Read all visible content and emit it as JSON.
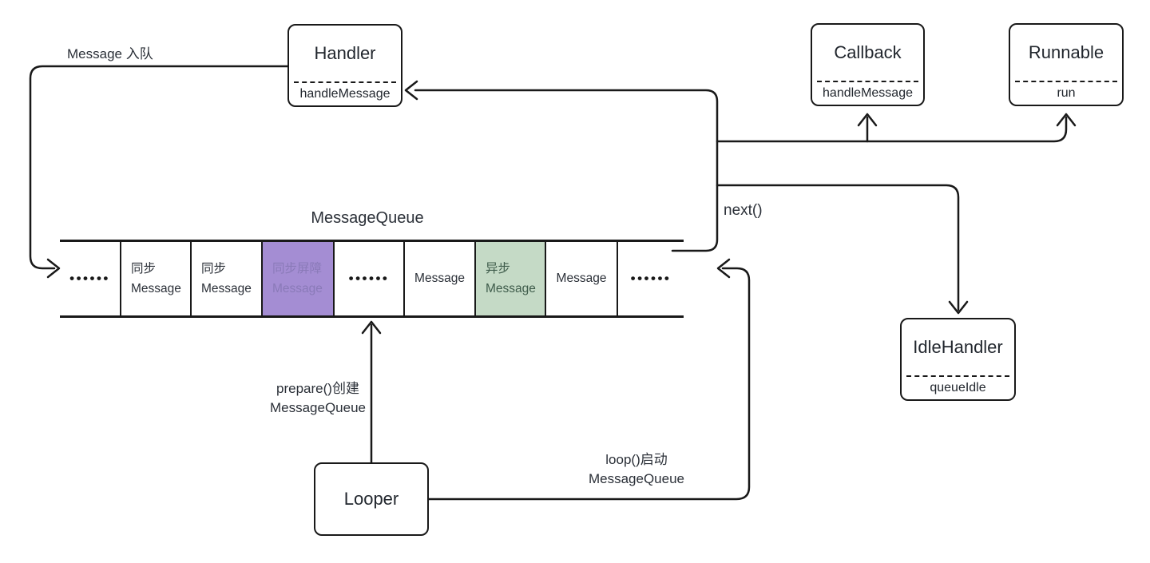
{
  "diagram": {
    "labels": {
      "message_enqueue": "Message 入队",
      "queue_title": "MessageQueue",
      "next_call": "next()",
      "prepare_line1": "prepare()创建",
      "prepare_line2": "MessageQueue",
      "loop_line1": "loop()启动",
      "loop_line2": "MessageQueue"
    },
    "boxes": {
      "handler": {
        "title": "Handler",
        "method": "handleMessage"
      },
      "callback": {
        "title": "Callback",
        "method": "handleMessage"
      },
      "runnable": {
        "title": "Runnable",
        "method": "run"
      },
      "idle_handler": {
        "title": "IdleHandler",
        "method": "queueIdle"
      },
      "looper": {
        "title": "Looper"
      }
    },
    "queue": {
      "cells": [
        {
          "type": "dots",
          "line1": "••••••",
          "line2": ""
        },
        {
          "type": "sync",
          "line1": "同步",
          "line2": "Message"
        },
        {
          "type": "sync",
          "line1": "同步",
          "line2": "Message"
        },
        {
          "type": "barrier",
          "line1": "同步屏障",
          "line2": "Message"
        },
        {
          "type": "dots",
          "line1": "••••••",
          "line2": ""
        },
        {
          "type": "plain",
          "line1": "Message",
          "line2": ""
        },
        {
          "type": "async",
          "line1": "异步",
          "line2": "Message"
        },
        {
          "type": "plain",
          "line1": "Message",
          "line2": ""
        },
        {
          "type": "dots",
          "line1": "••••••",
          "line2": ""
        }
      ]
    },
    "colors": {
      "line": "#191919",
      "text": "#2b3038",
      "barrier_bg": "#a48dd3",
      "barrier_text": "#8a7ab8",
      "async_bg": "#c5dac6",
      "async_text": "#3f5c4b"
    }
  }
}
